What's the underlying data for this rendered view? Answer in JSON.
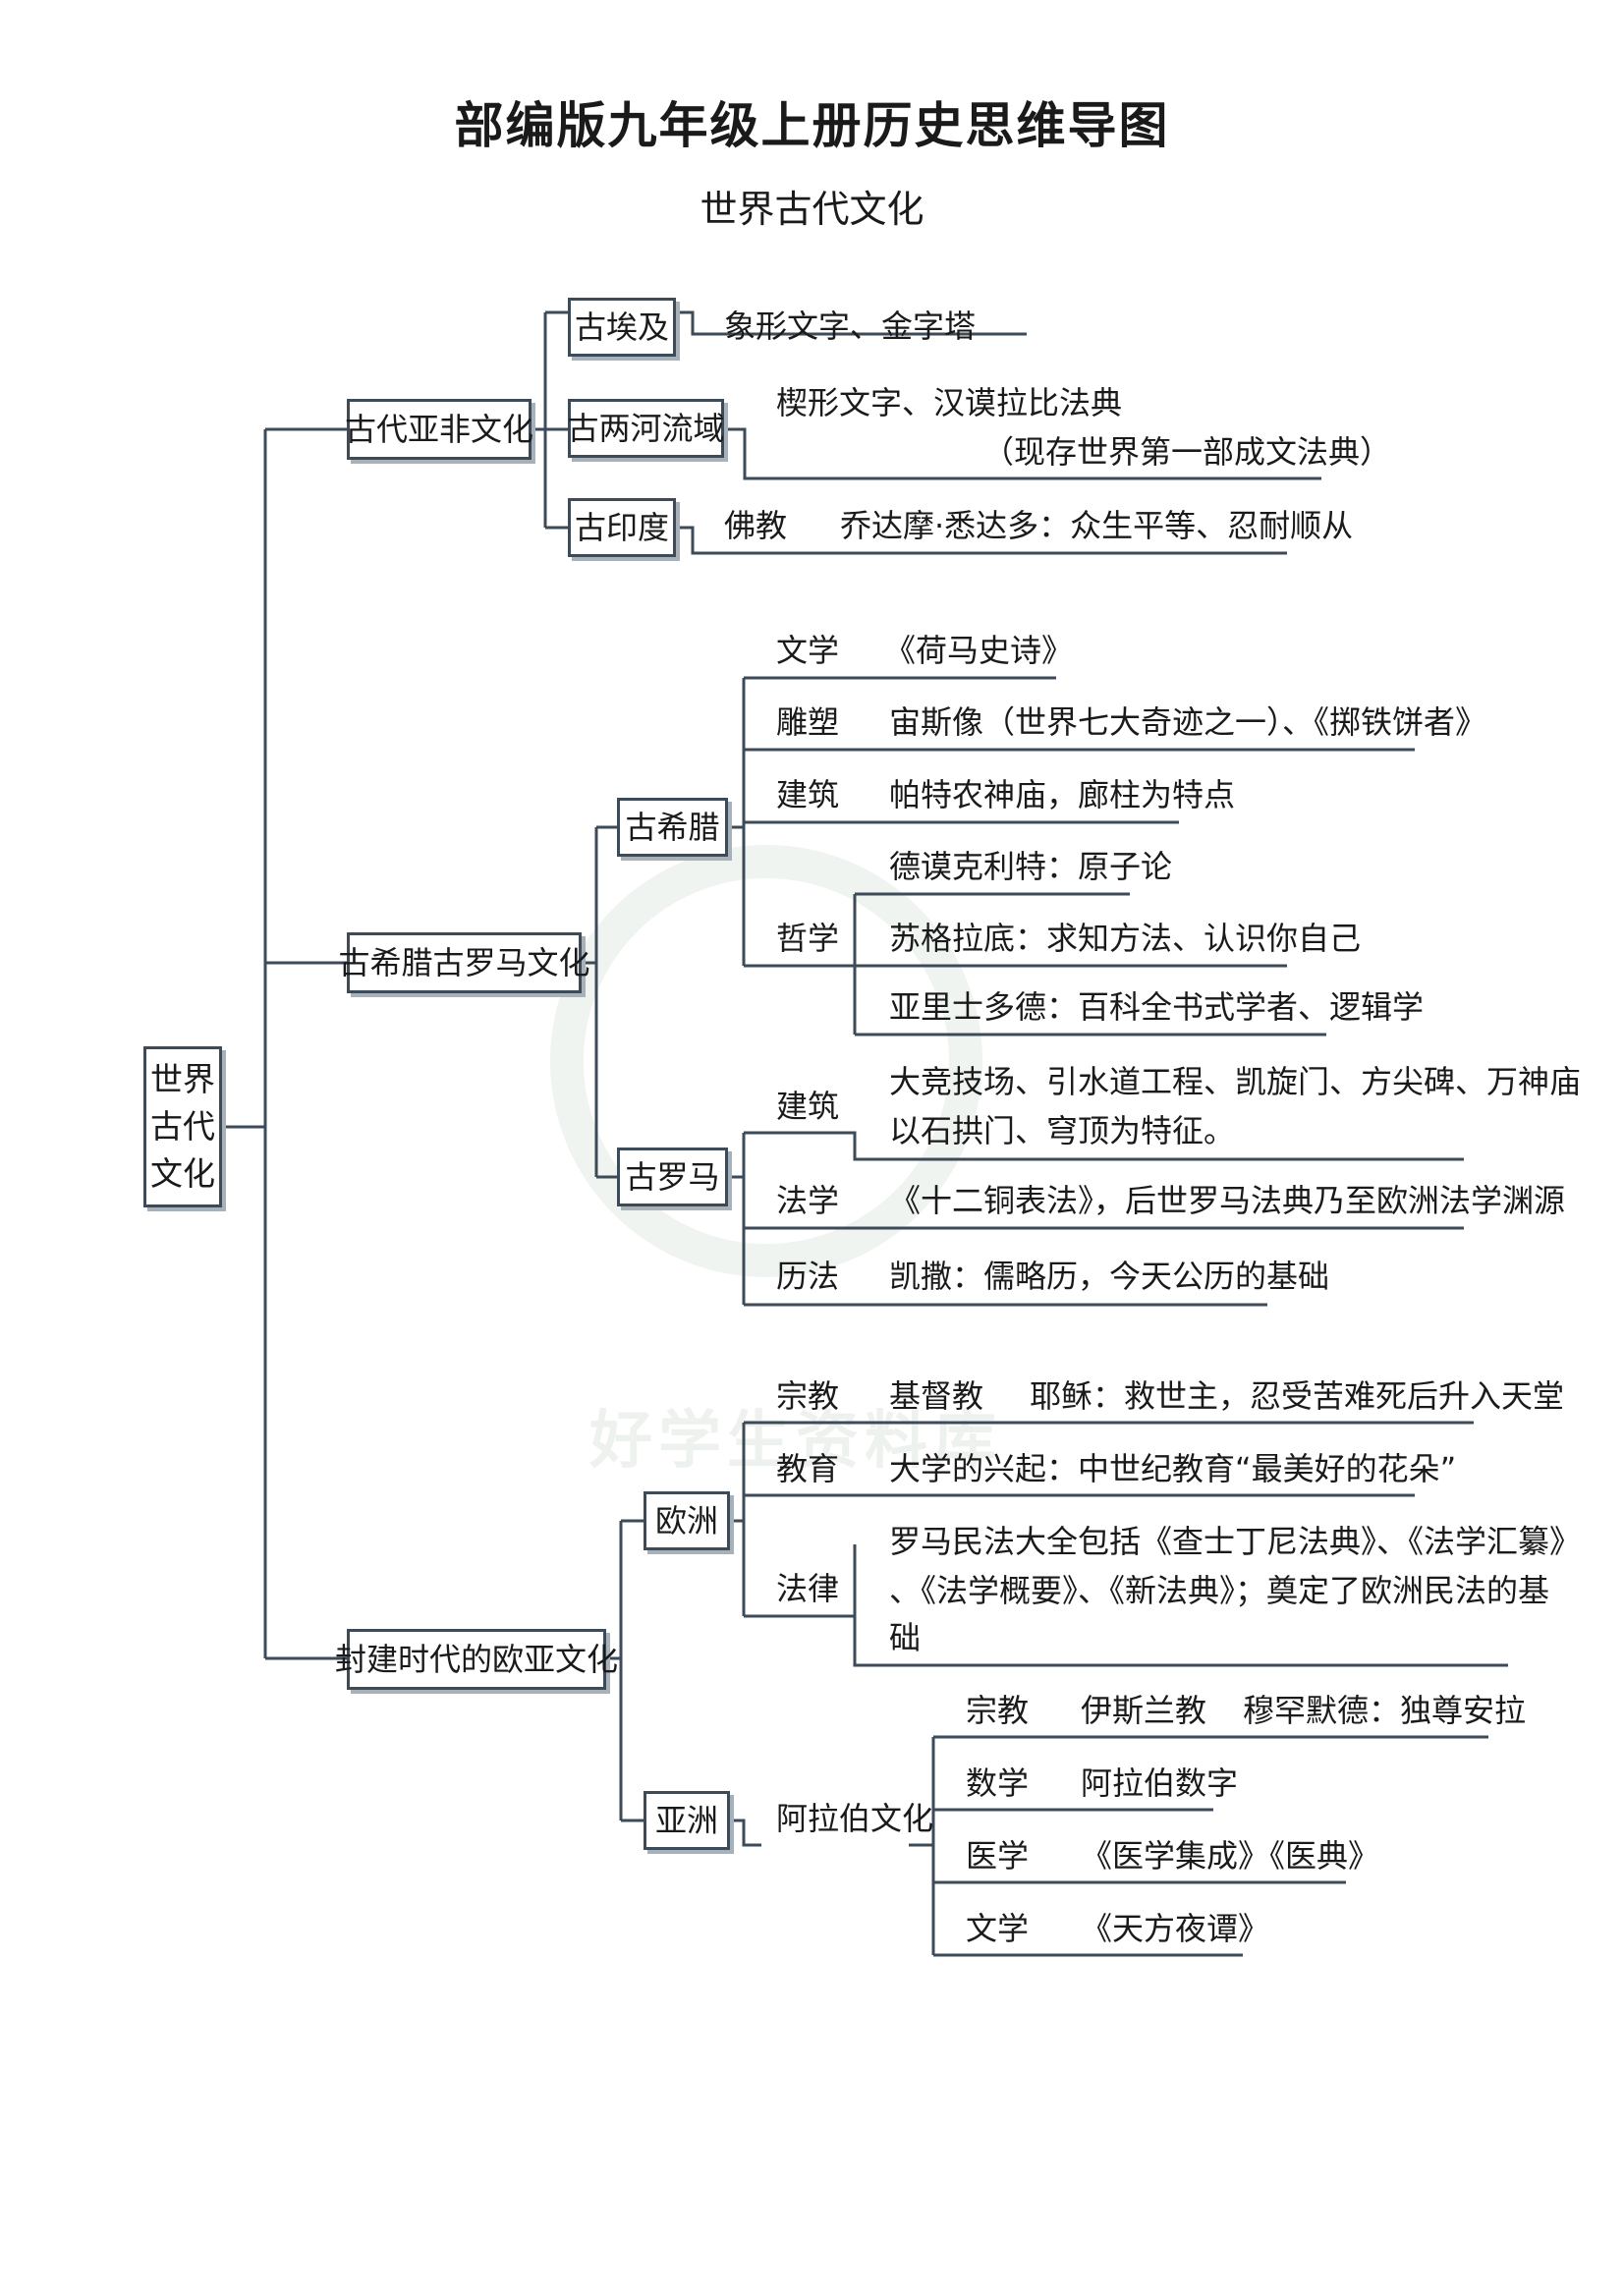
{
  "title": "部编版九年级上册历史思维导图",
  "subtitle": "世界古代文化",
  "root": {
    "line1": "世界",
    "line2": "古代",
    "line3": "文化"
  },
  "branch1": {
    "label": "古代亚非文化",
    "egypt": {
      "label": "古埃及",
      "text": "象形文字、金字塔"
    },
    "mesopotamia": {
      "label": "古两河流域",
      "text1": "楔形文字、汉谟拉比法典",
      "text2": "（现存世界第一部成文法典）"
    },
    "india": {
      "label": "古印度",
      "topic": "佛教",
      "text": "乔达摩·悉达多：众生平等、忍耐顺从"
    }
  },
  "branch2": {
    "label": "古希腊古罗马文化",
    "greece": {
      "label": "古希腊",
      "lit_topic": "文学",
      "lit_text": "《荷马史诗》",
      "sculpt_topic": "雕塑",
      "sculpt_text": "宙斯像（世界七大奇迹之一）、《掷铁饼者》",
      "arch_topic": "建筑",
      "arch_text": "帕特农神庙，廊柱为特点",
      "phil_topic": "哲学",
      "phil_1": "德谟克利特：原子论",
      "phil_2": "苏格拉底：求知方法、认识你自己",
      "phil_3": "亚里士多德：百科全书式学者、逻辑学"
    },
    "rome": {
      "label": "古罗马",
      "arch_topic": "建筑",
      "arch_text1": "大竞技场、引水道工程、凯旋门、方尖碑、万神庙",
      "arch_text2": "以石拱门、穹顶为特征。",
      "law_topic": "法学",
      "law_text": "《十二铜表法》，后世罗马法典乃至欧洲法学渊源",
      "cal_topic": "历法",
      "cal_text": "凯撒：儒略历，今天公历的基础"
    }
  },
  "branch3": {
    "label": "封建时代的欧亚文化",
    "europe": {
      "label": "欧洲",
      "rel_topic": "宗教",
      "rel_sub": "基督教",
      "rel_text": "耶稣：救世主，忍受苦难死后升入天堂",
      "edu_topic": "教育",
      "edu_text": "大学的兴起：中世纪教育“最美好的花朵”",
      "law_topic": "法律",
      "law_text1": "罗马民法大全包括《查士丁尼法典》、《法学汇纂》",
      "law_text2": "、《法学概要》、《新法典》；奠定了欧洲民法的基",
      "law_text3": "础"
    },
    "asia": {
      "label": "亚洲",
      "culture": "阿拉伯文化",
      "rel_topic": "宗教",
      "rel_sub": "伊斯兰教",
      "rel_text": "穆罕默德：独尊安拉",
      "math_topic": "数学",
      "math_text": "阿拉伯数字",
      "med_topic": "医学",
      "med_text": "《医学集成》《医典》",
      "lit_topic": "文学",
      "lit_text": "《天方夜谭》"
    }
  },
  "watermark": "好学生资料库",
  "colors": {
    "line": "#3d4a57",
    "shadow": "#a8b0b8",
    "text": "#1a1a1a"
  }
}
